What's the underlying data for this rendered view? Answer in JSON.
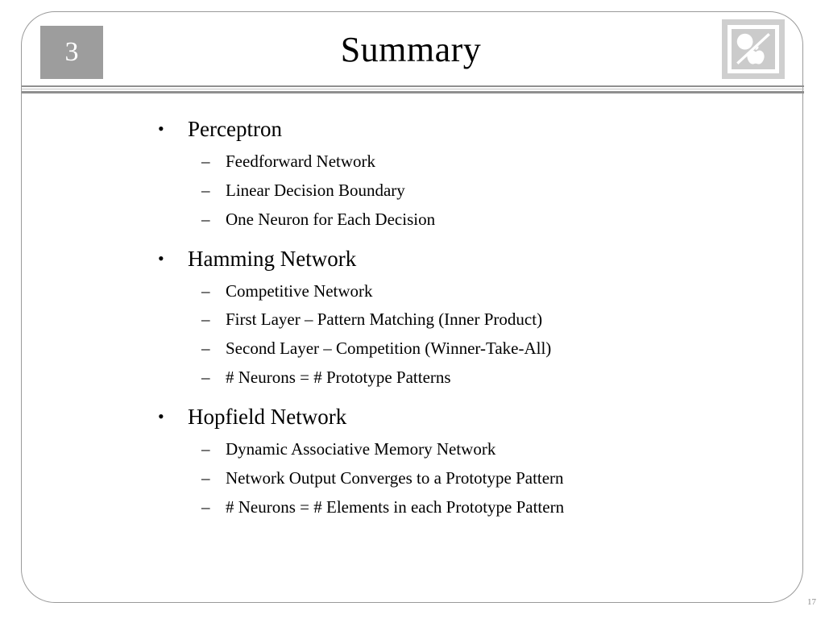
{
  "slide": {
    "number_badge": "3",
    "title": "Summary",
    "page_number": "17",
    "logo": {
      "name": "image-placeholder-logo",
      "frame_color": "#cfcfcf",
      "panel_color": "#cbcbcb",
      "shape_color": "#ffffff"
    },
    "colors": {
      "badge_background": "#9d9d9d",
      "badge_text": "#ffffff",
      "frame_border": "#9a9a9a",
      "rule": "#8f8f8f",
      "rule_light": "#c2c2c2",
      "body_text": "#000000",
      "page_number_text": "#8a8a8a"
    },
    "markers": {
      "level1": "•",
      "level2": "–"
    },
    "groups": [
      {
        "heading": "Perceptron",
        "items": [
          "Feedforward Network",
          "Linear Decision Boundary",
          "One Neuron for Each Decision"
        ]
      },
      {
        "heading": "Hamming Network",
        "items": [
          "Competitive Network",
          "First Layer – Pattern Matching (Inner Product)",
          "Second Layer – Competition (Winner-Take-All)",
          "# Neurons = # Prototype Patterns"
        ]
      },
      {
        "heading": "Hopfield Network",
        "items": [
          "Dynamic Associative Memory Network",
          "Network Output Converges to a Prototype Pattern",
          "# Neurons = # Elements in each Prototype Pattern"
        ]
      }
    ]
  }
}
